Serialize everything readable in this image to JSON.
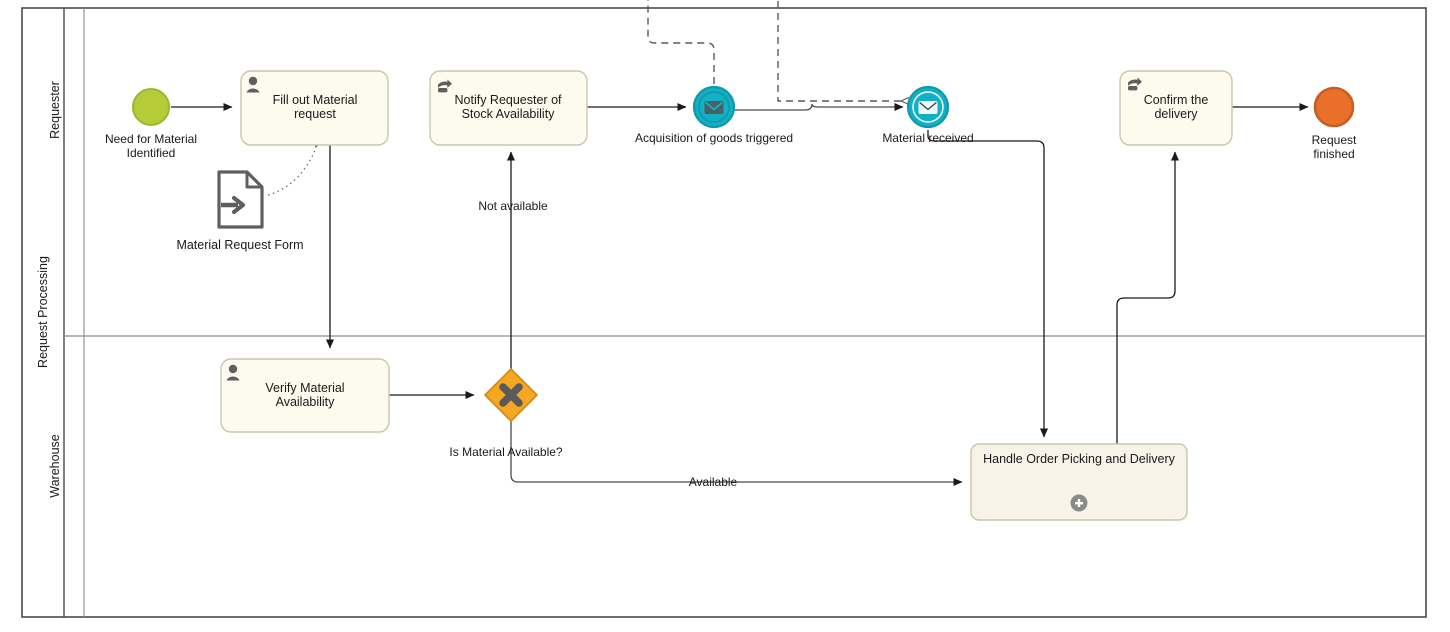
{
  "diagram": {
    "type": "bpmn-process-diagram",
    "pool": {
      "name": "Request Processing",
      "lanes": [
        {
          "name": "Requester"
        },
        {
          "name": "Warehouse"
        }
      ]
    },
    "colors": {
      "start_event_fill": "#b5cc38",
      "start_event_stroke": "#a0b52f",
      "end_event_fill": "#e8702a",
      "end_event_stroke": "#c85d22",
      "message_event_fill": "#12b0c4",
      "message_event_stroke": "#0e9aac",
      "gateway_fill": "#f5a623",
      "gateway_stroke": "#d18b14",
      "task_fill": "#fdfbee",
      "task_stroke": "#c9c6ad",
      "icon_gray": "#5f5f5f",
      "connector": "#3a3a3a",
      "lane_border": "#4a4a4a"
    },
    "nodes": [
      {
        "id": "start-need-material",
        "kind": "start-event",
        "label": "Need for Material\nIdentified",
        "label_line1": "Need for Material",
        "label_line2": "Identified",
        "lane": "Requester"
      },
      {
        "id": "task-fill-out-material-request",
        "kind": "user-task",
        "label_line1": "Fill out Material",
        "label_line2": "request",
        "icon": "user-icon",
        "lane": "Requester"
      },
      {
        "id": "task-notify-requester",
        "kind": "manual-task",
        "label_line1": "Notify Requester of",
        "label_line2": "Stock Availability",
        "icon": "hand-pointer-icon",
        "lane": "Requester"
      },
      {
        "id": "event-acquisition-goods",
        "kind": "intermediate-message-throw-event",
        "label": "Acquisition of goods triggered",
        "icon": "envelope-icon",
        "lane": "Requester"
      },
      {
        "id": "event-material-received",
        "kind": "intermediate-message-catch-event",
        "label": "Material received",
        "icon": "envelope-icon",
        "lane": "Requester"
      },
      {
        "id": "task-confirm-delivery",
        "kind": "manual-task",
        "label_line1": "Confirm the",
        "label_line2": "delivery",
        "icon": "hand-pointer-icon",
        "lane": "Requester"
      },
      {
        "id": "end-request-finished",
        "kind": "end-event",
        "label_line1": "Request",
        "label_line2": "finished",
        "lane": "Requester"
      },
      {
        "id": "data-material-request-form",
        "kind": "data-input-object",
        "label": "Material Request Form",
        "lane": "Requester"
      },
      {
        "id": "task-verify-material-availability",
        "kind": "user-task",
        "label_line1": "Verify Material",
        "label_line2": "Availability",
        "icon": "user-icon",
        "lane": "Warehouse"
      },
      {
        "id": "gateway-is-material-available",
        "kind": "exclusive-gateway",
        "label": "Is Material Available?",
        "icon": "x-mark-icon",
        "lane": "Warehouse"
      },
      {
        "id": "subprocess-handle-order-picking",
        "kind": "collapsed-subprocess",
        "label": "Handle Order Picking and Delivery",
        "icon": "plus-icon",
        "lane": "Warehouse"
      }
    ],
    "flow_labels": [
      {
        "id": "flow-not-available",
        "text": "Not available"
      },
      {
        "id": "flow-available",
        "text": "Available"
      }
    ]
  }
}
